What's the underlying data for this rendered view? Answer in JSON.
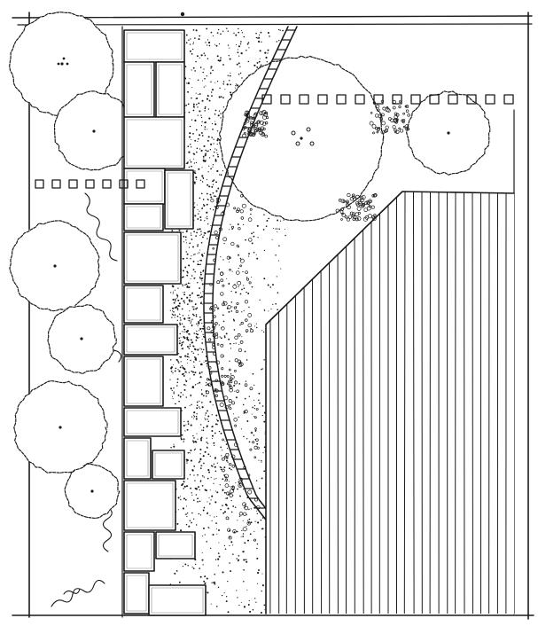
{
  "drawing": {
    "kind": "landscape-site-plan-sketch",
    "medium": "pen-and-ink",
    "ink_color": "#1a1a1a",
    "paper_color": "#ffffff"
  },
  "elements": {
    "trees": 8,
    "stepping_stone_path": true,
    "gravel_area": true,
    "curved_edging": true,
    "stepping_stone_rows": 2,
    "striped_lawn_area": true,
    "vine_hedge": true
  },
  "labels": {}
}
